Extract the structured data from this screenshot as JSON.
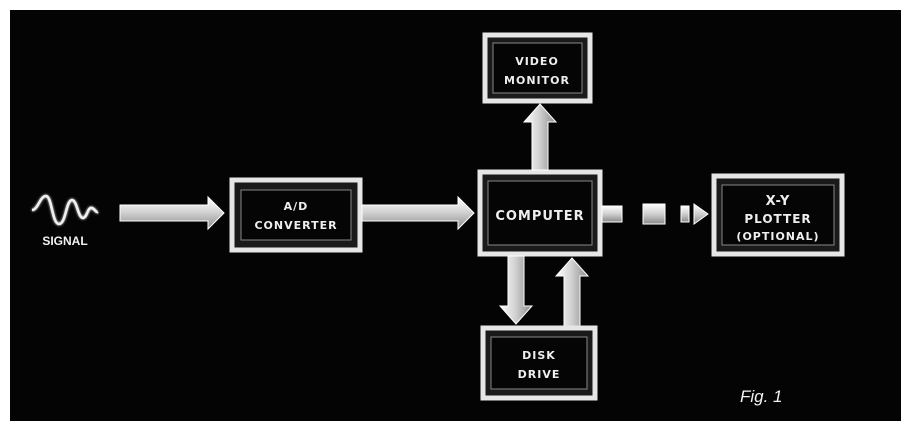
{
  "diagram": {
    "source": {
      "label": "SIGNAL",
      "icon": "sine-wave-icon"
    },
    "blocks": {
      "ad_converter": {
        "line1": "A/D",
        "line2": "CONVERTER"
      },
      "computer": {
        "line1": "COMPUTER"
      },
      "video_monitor": {
        "line1": "VIDEO",
        "line2": "MONITOR"
      },
      "disk_drive": {
        "line1": "DISK",
        "line2": "DRIVE"
      },
      "xy_plotter": {
        "line1": "X-Y",
        "line2": "PLOTTER",
        "line3": "(OPTIONAL)"
      }
    },
    "figure_label": "Fig. 1",
    "colors": {
      "background": "#040404",
      "border": "#ffffff",
      "block_fill": "#0a0a0a",
      "block_edge": "#e0e0e0",
      "arrow": "#d8d8d8",
      "text": "#eeeeee"
    }
  }
}
